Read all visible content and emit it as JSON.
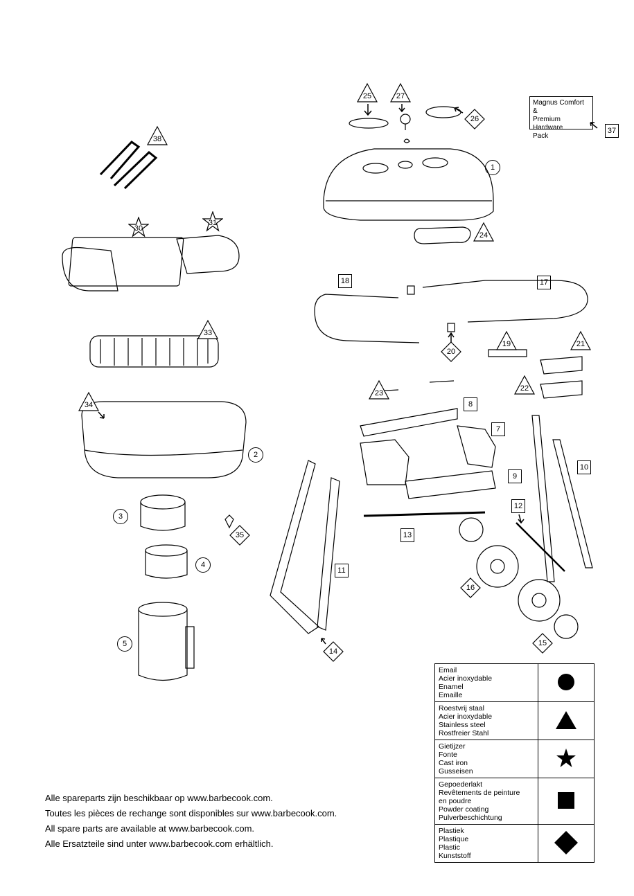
{
  "parts": {
    "p1": {
      "number": "1",
      "shape": "circle"
    },
    "p2": {
      "number": "2",
      "shape": "circle"
    },
    "p3": {
      "number": "3",
      "shape": "circle"
    },
    "p4": {
      "number": "4",
      "shape": "circle"
    },
    "p5": {
      "number": "5",
      "shape": "circle"
    },
    "p7": {
      "number": "7",
      "shape": "square"
    },
    "p8": {
      "number": "8",
      "shape": "square"
    },
    "p9": {
      "number": "9",
      "shape": "square"
    },
    "p10": {
      "number": "10",
      "shape": "square"
    },
    "p11": {
      "number": "11",
      "shape": "square"
    },
    "p12": {
      "number": "12",
      "shape": "square"
    },
    "p13": {
      "number": "13",
      "shape": "square"
    },
    "p14": {
      "number": "14",
      "shape": "diamond"
    },
    "p15": {
      "number": "15",
      "shape": "diamond"
    },
    "p16": {
      "number": "16",
      "shape": "diamond"
    },
    "p17": {
      "number": "17",
      "shape": "square"
    },
    "p18": {
      "number": "18",
      "shape": "square"
    },
    "p19": {
      "number": "19",
      "shape": "triangle"
    },
    "p20": {
      "number": "20",
      "shape": "diamond"
    },
    "p21": {
      "number": "21",
      "shape": "triangle"
    },
    "p22": {
      "number": "22",
      "shape": "triangle"
    },
    "p23": {
      "number": "23",
      "shape": "triangle"
    },
    "p24": {
      "number": "24",
      "shape": "triangle"
    },
    "p25": {
      "number": "25",
      "shape": "triangle"
    },
    "p26": {
      "number": "26",
      "shape": "diamond"
    },
    "p27": {
      "number": "27",
      "shape": "triangle"
    },
    "p30": {
      "number": "30",
      "shape": "star"
    },
    "p31": {
      "number": "31",
      "shape": "star"
    },
    "p33": {
      "number": "33",
      "shape": "triangle"
    },
    "p34": {
      "number": "34",
      "shape": "triangle"
    },
    "p35": {
      "number": "35",
      "shape": "diamond"
    },
    "p37": {
      "number": "37",
      "shape": "square"
    },
    "p38": {
      "number": "38",
      "shape": "triangle"
    }
  },
  "hardware_pack": {
    "line1": "Magnus Comfort &",
    "line2": "Premium Hardware",
    "line3": "Pack"
  },
  "footer": [
    "Alle spareparts zijn beschikbaar op www.barbecook.com.",
    "Toutes les pièces de rechange sont disponibles sur www.barbecook.com.",
    "All spare parts are available at www.barbecook.com.",
    "Alle Ersatzteile sind unter www.barbecook.com erhältlich."
  ],
  "legend": [
    {
      "symbol": "circle",
      "lines": [
        "Email",
        "Acier inoxydable",
        "Enamel",
        "Emaille"
      ]
    },
    {
      "symbol": "triangle",
      "lines": [
        "Roestvrij staal",
        "Acier inoxydable",
        "Stainless steel",
        "Rostfreier Stahl"
      ]
    },
    {
      "symbol": "star",
      "lines": [
        "Gietijzer",
        "Fonte",
        "Cast iron",
        "Gusseisen"
      ]
    },
    {
      "symbol": "square",
      "lines": [
        "Gepoederlakt",
        "Revêtements de peinture",
        "en poudre",
        "Powder coating",
        "Pulverbeschichtung"
      ]
    },
    {
      "symbol": "diamond",
      "lines": [
        "Plastiek",
        "Plastique",
        "Plastic",
        "Kunststoff"
      ]
    }
  ]
}
